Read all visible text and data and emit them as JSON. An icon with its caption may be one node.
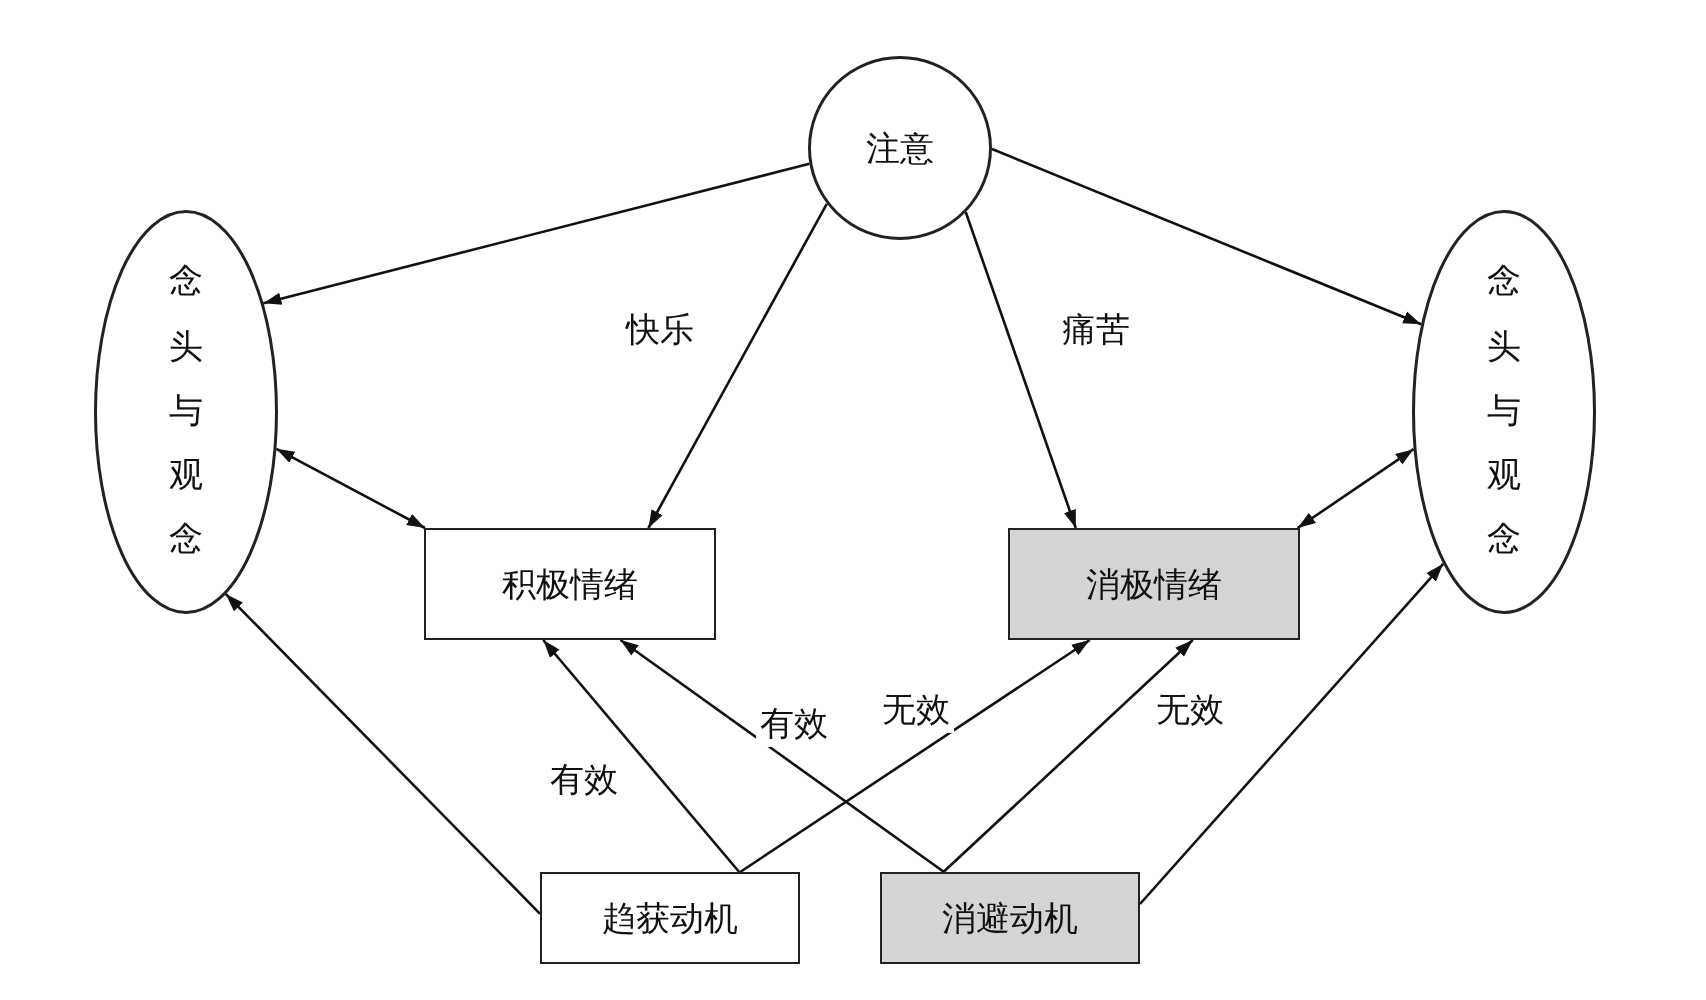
{
  "diagram": {
    "nodes": [
      {
        "text": [
          "注意"
        ]
      },
      {
        "text": [
          "念头与观念"
        ]
      },
      {
        "text": [
          "念头与观念"
        ]
      },
      {
        "text": [
          "积极情绪"
        ]
      },
      {
        "text": [
          "消极情绪"
        ]
      },
      {
        "text": [
          "趋获动机"
        ]
      },
      {
        "text": [
          "消避动机"
        ]
      }
    ],
    "edges": [
      {
        "from": 0,
        "to": 1,
        "arrow": "to"
      },
      {
        "from": 0,
        "to": 3,
        "arrow": "to",
        "label": "快乐"
      },
      {
        "from": 0,
        "to": 4,
        "arrow": "to",
        "label": "痛苦"
      },
      {
        "from": 0,
        "to": 2,
        "arrow": "to"
      },
      {
        "from": 1,
        "to": 3,
        "arrow": "both"
      },
      {
        "from": 2,
        "to": 4,
        "arrow": "both"
      },
      {
        "from": 5,
        "to": 1,
        "arrow": "to"
      },
      {
        "from": 5,
        "to": 3,
        "arrow": "to",
        "label": "有效"
      },
      {
        "from": 5,
        "to": 4,
        "arrow": "to",
        "label": "无效"
      },
      {
        "from": 6,
        "to": 3,
        "arrow": "to",
        "label": "有效"
      },
      {
        "from": 6,
        "to": 4,
        "arrow": "to",
        "label": "无效"
      },
      {
        "from": 6,
        "to": 2,
        "arrow": "to"
      }
    ]
  }
}
